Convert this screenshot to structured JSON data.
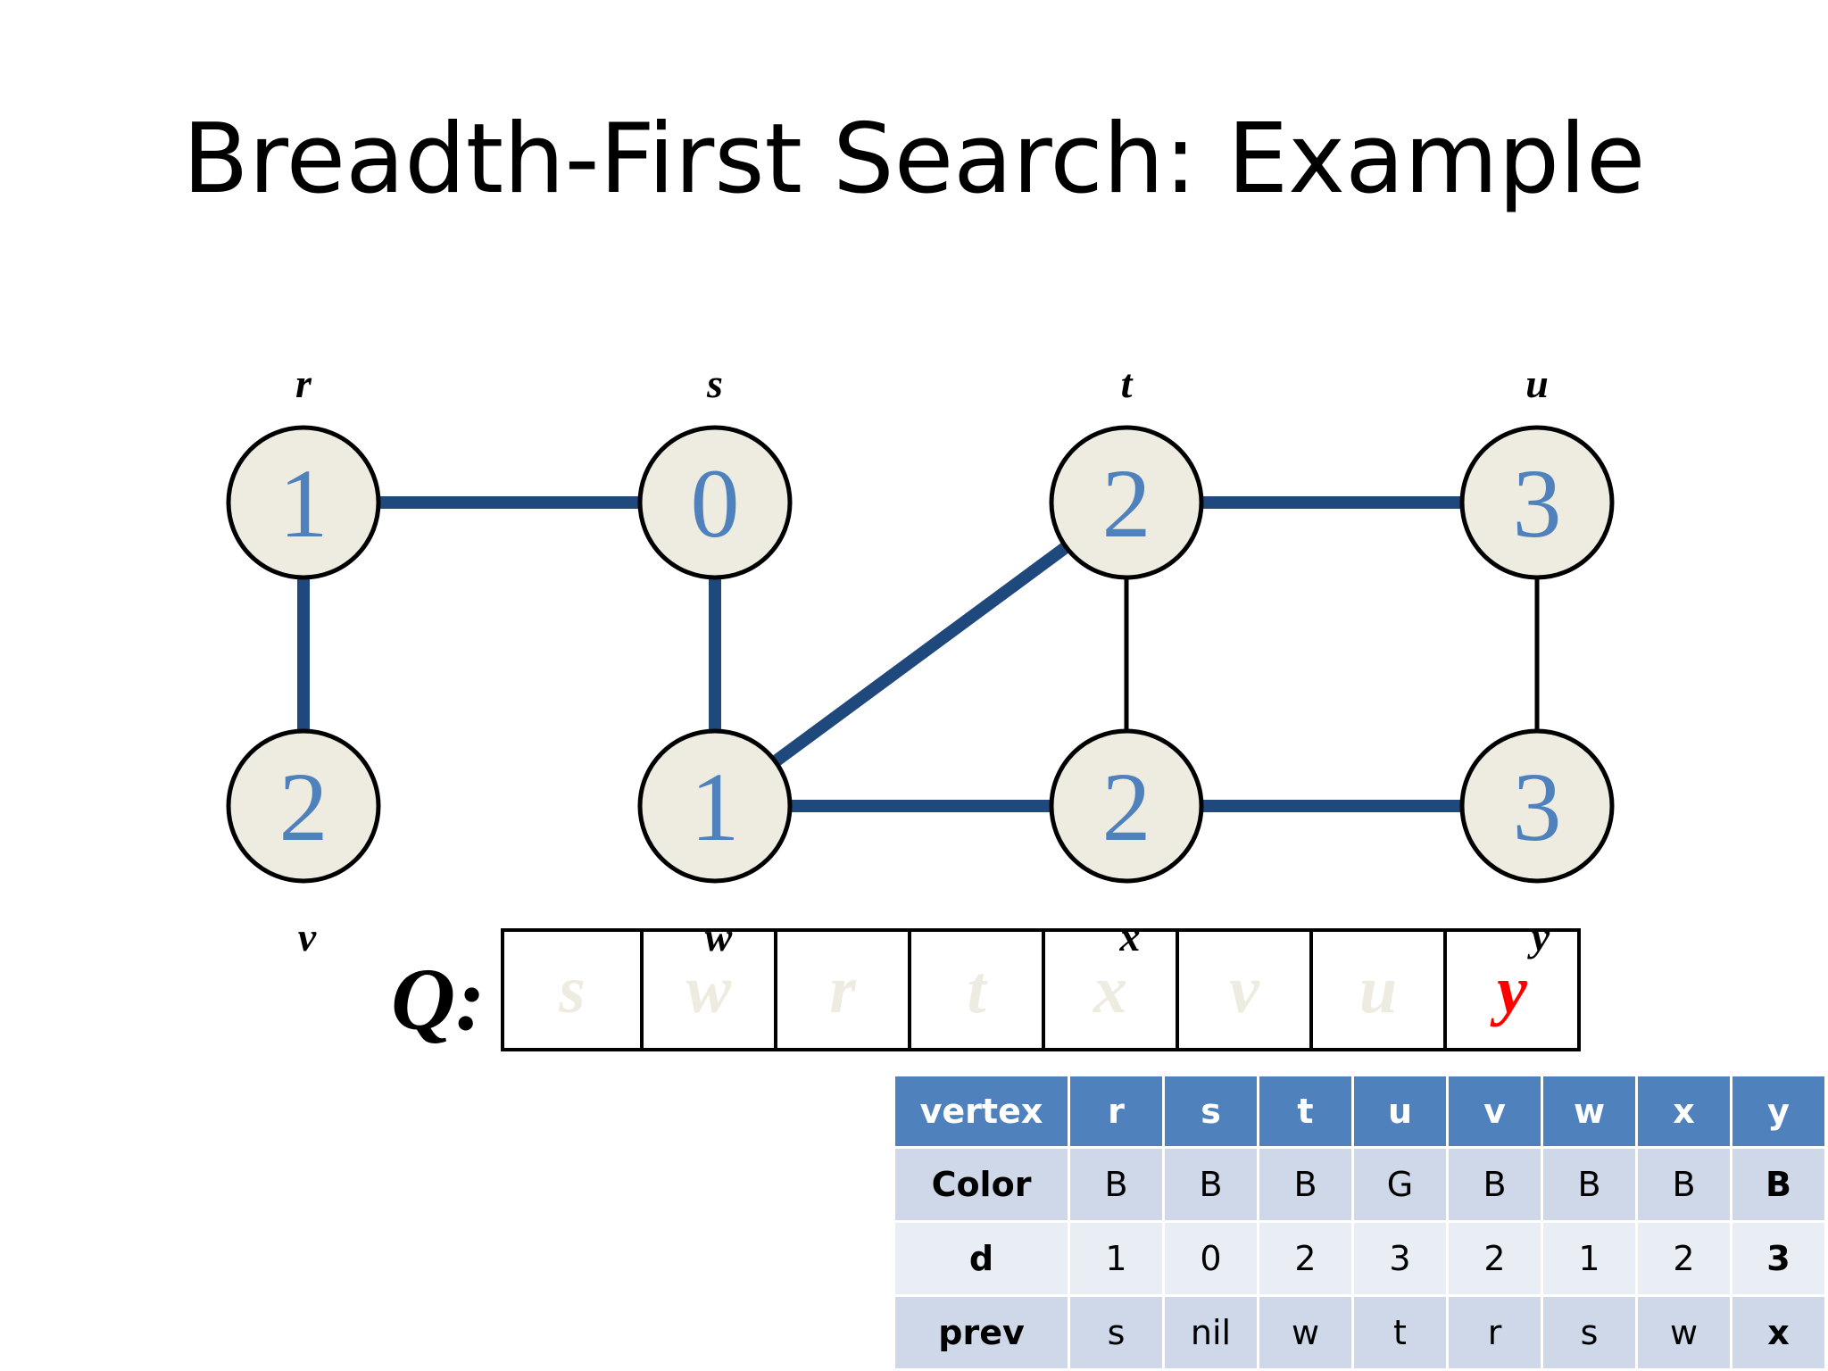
{
  "title": "Breadth-First Search: Example",
  "colors": {
    "tree_edge": "#1f497d",
    "node_fill": "#eeece1",
    "distance_text": "#4f81bd",
    "header_bg": "#4f81bd",
    "active_queue": "#ff0000"
  },
  "graph": {
    "vertices": [
      {
        "id": "r",
        "label": "r",
        "d": "1"
      },
      {
        "id": "s",
        "label": "s",
        "d": "0"
      },
      {
        "id": "t",
        "label": "t",
        "d": "2"
      },
      {
        "id": "u",
        "label": "u",
        "d": "3"
      },
      {
        "id": "v",
        "label": "v",
        "d": "2"
      },
      {
        "id": "w",
        "label": "w",
        "d": "1"
      },
      {
        "id": "x",
        "label": "x",
        "d": "2"
      },
      {
        "id": "y",
        "label": "y",
        "d": "3"
      }
    ],
    "edges": [
      {
        "from": "r",
        "to": "s",
        "tree": true
      },
      {
        "from": "r",
        "to": "v",
        "tree": true
      },
      {
        "from": "s",
        "to": "w",
        "tree": true
      },
      {
        "from": "w",
        "to": "t",
        "tree": true
      },
      {
        "from": "w",
        "to": "x",
        "tree": true
      },
      {
        "from": "t",
        "to": "u",
        "tree": true
      },
      {
        "from": "t",
        "to": "x",
        "tree": false
      },
      {
        "from": "x",
        "to": "y",
        "tree": true
      },
      {
        "from": "u",
        "to": "y",
        "tree": false
      }
    ]
  },
  "queue": {
    "label": "Q:",
    "items": [
      "s",
      "w",
      "r",
      "t",
      "x",
      "v",
      "u",
      "y"
    ],
    "active_index": 7
  },
  "table": {
    "header": [
      "vertex",
      "r",
      "s",
      "t",
      "u",
      "v",
      "w",
      "x",
      "y"
    ],
    "rows": [
      [
        "Color",
        "B",
        "B",
        "B",
        "G",
        "B",
        "B",
        "B",
        "B"
      ],
      [
        "d",
        "1",
        "0",
        "2",
        "3",
        "2",
        "1",
        "2",
        "3"
      ],
      [
        "prev",
        "s",
        "nil",
        "w",
        "t",
        "r",
        "s",
        "w",
        "x"
      ]
    ]
  }
}
